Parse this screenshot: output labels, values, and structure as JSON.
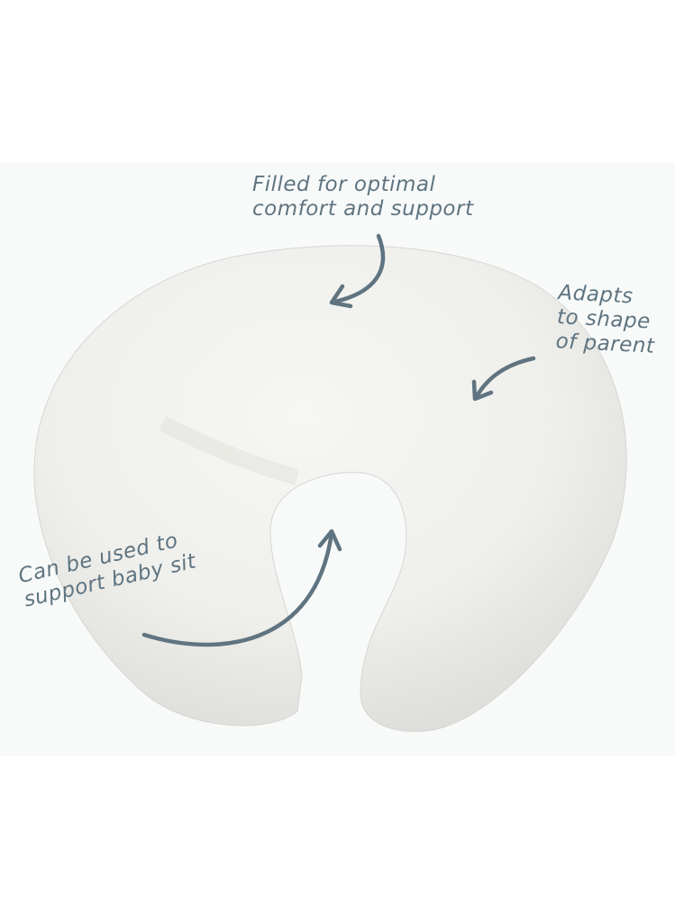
{
  "annotations": {
    "top": [
      "Filled for optimal",
      "comfort and support"
    ],
    "right": [
      "Adapts",
      "to shape",
      "of parent"
    ],
    "left": [
      "Can be used to",
      "support baby sit"
    ]
  },
  "colors": {
    "text": "#5f7480",
    "arrow": "#5f7480",
    "pillow": "#f1f1ef"
  }
}
